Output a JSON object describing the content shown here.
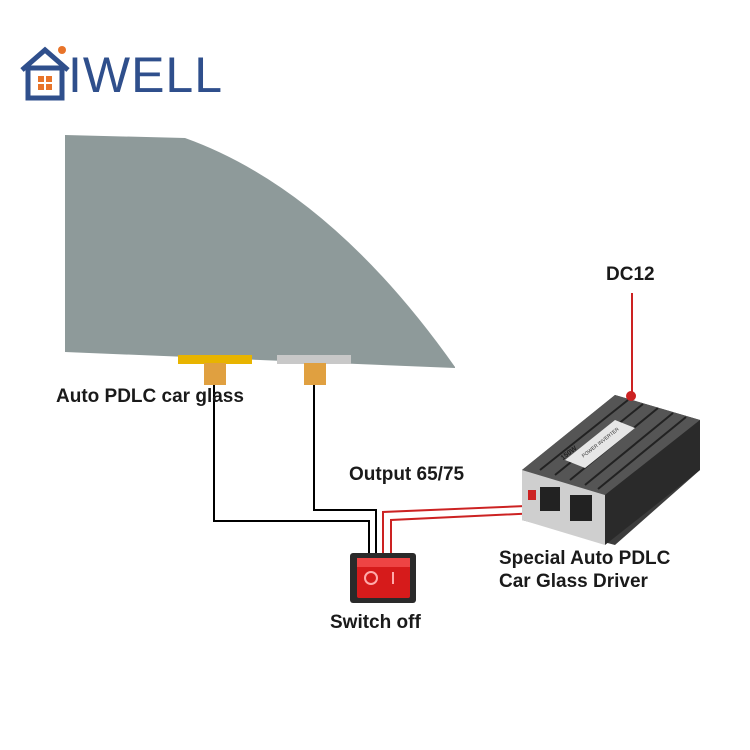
{
  "logo": {
    "text": "IWELL",
    "color": "#2f4f8c",
    "accent": "#e8742a"
  },
  "labels": {
    "glass": "Auto PDLC  car glass",
    "dc": "DC12",
    "output": "Output 65/75",
    "driver_line1": "Special Auto PDLC",
    "driver_line2": "Car Glass Driver",
    "switch": "Switch off"
  },
  "device": {
    "wattage": "150W",
    "name": "POWER INVERTER"
  },
  "colors": {
    "glass": "#8e9a9a",
    "electrode_left": "#e8b400",
    "electrode_right": "#c8c8c8",
    "connector": "#e0a040",
    "wire_black": "#000000",
    "wire_red": "#cc2222",
    "switch_red": "#d61b1b"
  }
}
